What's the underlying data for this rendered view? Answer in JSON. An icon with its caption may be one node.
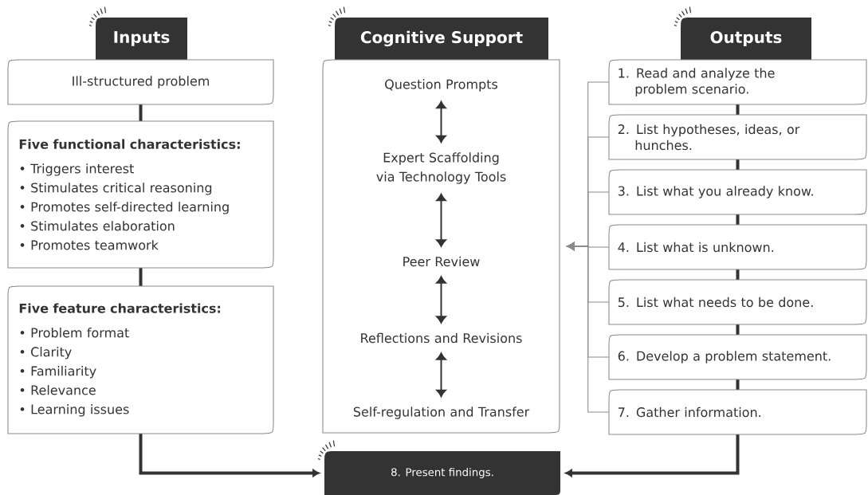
{
  "diagram": {
    "nodes": [
      {
        "text": [
          "Inputs"
        ]
      },
      {
        "text": [
          "Ill-structured problem"
        ]
      },
      {
        "text": [
          "Five functional characteristics:",
          "• Triggers interest",
          "• Stimulates critical reasoning",
          "• Promotes self-directed learning",
          "• Stimulates elaboration",
          "• Promotes teamwork"
        ]
      },
      {
        "text": [
          "Five feature characteristics:",
          "• Problem format",
          "• Clarity",
          "• Familiarity",
          "• Relevance",
          "• Learning issues"
        ]
      },
      {
        "text": [
          "Cognitive Support"
        ]
      },
      {
        "text": [],
        "shape": "box"
      },
      {
        "text": [
          "Question Prompts"
        ],
        "in": 5
      },
      {
        "text": [
          "Expert Scaffolding via Technology Tools"
        ],
        "in": 5
      },
      {
        "text": [
          "Peer Review"
        ],
        "in": 5
      },
      {
        "text": [
          "Reflections and Revisions"
        ],
        "in": 5
      },
      {
        "text": [
          "Self-regulation and Transfer"
        ],
        "in": 5
      },
      {
        "text": [
          "Outputs"
        ]
      },
      {
        "text": [
          "1. Read and analyze the problem scenario."
        ]
      },
      {
        "text": [
          "2. List hypotheses, ideas, or hunches."
        ]
      },
      {
        "text": [
          "3. List what you already know."
        ]
      },
      {
        "text": [
          "4. List what is unknown."
        ]
      },
      {
        "text": [
          "5. List what needs to be done."
        ]
      },
      {
        "text": [
          "6. Develop a problem statement."
        ]
      },
      {
        "text": [
          "7. Gather information."
        ]
      },
      {
        "text": [
          "8. Present findings."
        ]
      }
    ],
    "edges": [
      {
        "from": 1,
        "to": 2,
        "arrow": "none",
        "style": "thick"
      },
      {
        "from": 2,
        "to": 3,
        "arrow": "none",
        "style": "thick"
      },
      {
        "from": 3,
        "to": 19,
        "arrow": "to",
        "style": "thick"
      },
      {
        "from": 6,
        "to": 7,
        "arrow": "both"
      },
      {
        "from": 7,
        "to": 8,
        "arrow": "both"
      },
      {
        "from": 8,
        "to": 9,
        "arrow": "both"
      },
      {
        "from": 9,
        "to": 10,
        "arrow": "both"
      },
      {
        "from": 12,
        "to": 13,
        "arrow": "none",
        "style": "thick"
      },
      {
        "from": 13,
        "to": 14,
        "arrow": "none",
        "style": "thick"
      },
      {
        "from": 14,
        "to": 15,
        "arrow": "none",
        "style": "thick"
      },
      {
        "from": 15,
        "to": 16,
        "arrow": "none",
        "style": "thick"
      },
      {
        "from": 16,
        "to": 17,
        "arrow": "none",
        "style": "thick"
      },
      {
        "from": 17,
        "to": 18,
        "arrow": "none",
        "style": "thick"
      },
      {
        "from": 18,
        "to": 19,
        "arrow": "to",
        "style": "thick"
      },
      {
        "from": 12,
        "to": 5,
        "arrow": "to",
        "color": "#8a8a8a"
      },
      {
        "from": 13,
        "to": 5,
        "arrow": "to",
        "color": "#8a8a8a"
      },
      {
        "from": 14,
        "to": 5,
        "arrow": "to",
        "color": "#8a8a8a"
      },
      {
        "from": 15,
        "to": 5,
        "arrow": "to",
        "color": "#8a8a8a"
      },
      {
        "from": 16,
        "to": 5,
        "arrow": "to",
        "color": "#8a8a8a"
      },
      {
        "from": 17,
        "to": 5,
        "arrow": "to",
        "color": "#8a8a8a"
      },
      {
        "from": 18,
        "to": 5,
        "arrow": "to",
        "color": "#8a8a8a"
      }
    ]
  }
}
